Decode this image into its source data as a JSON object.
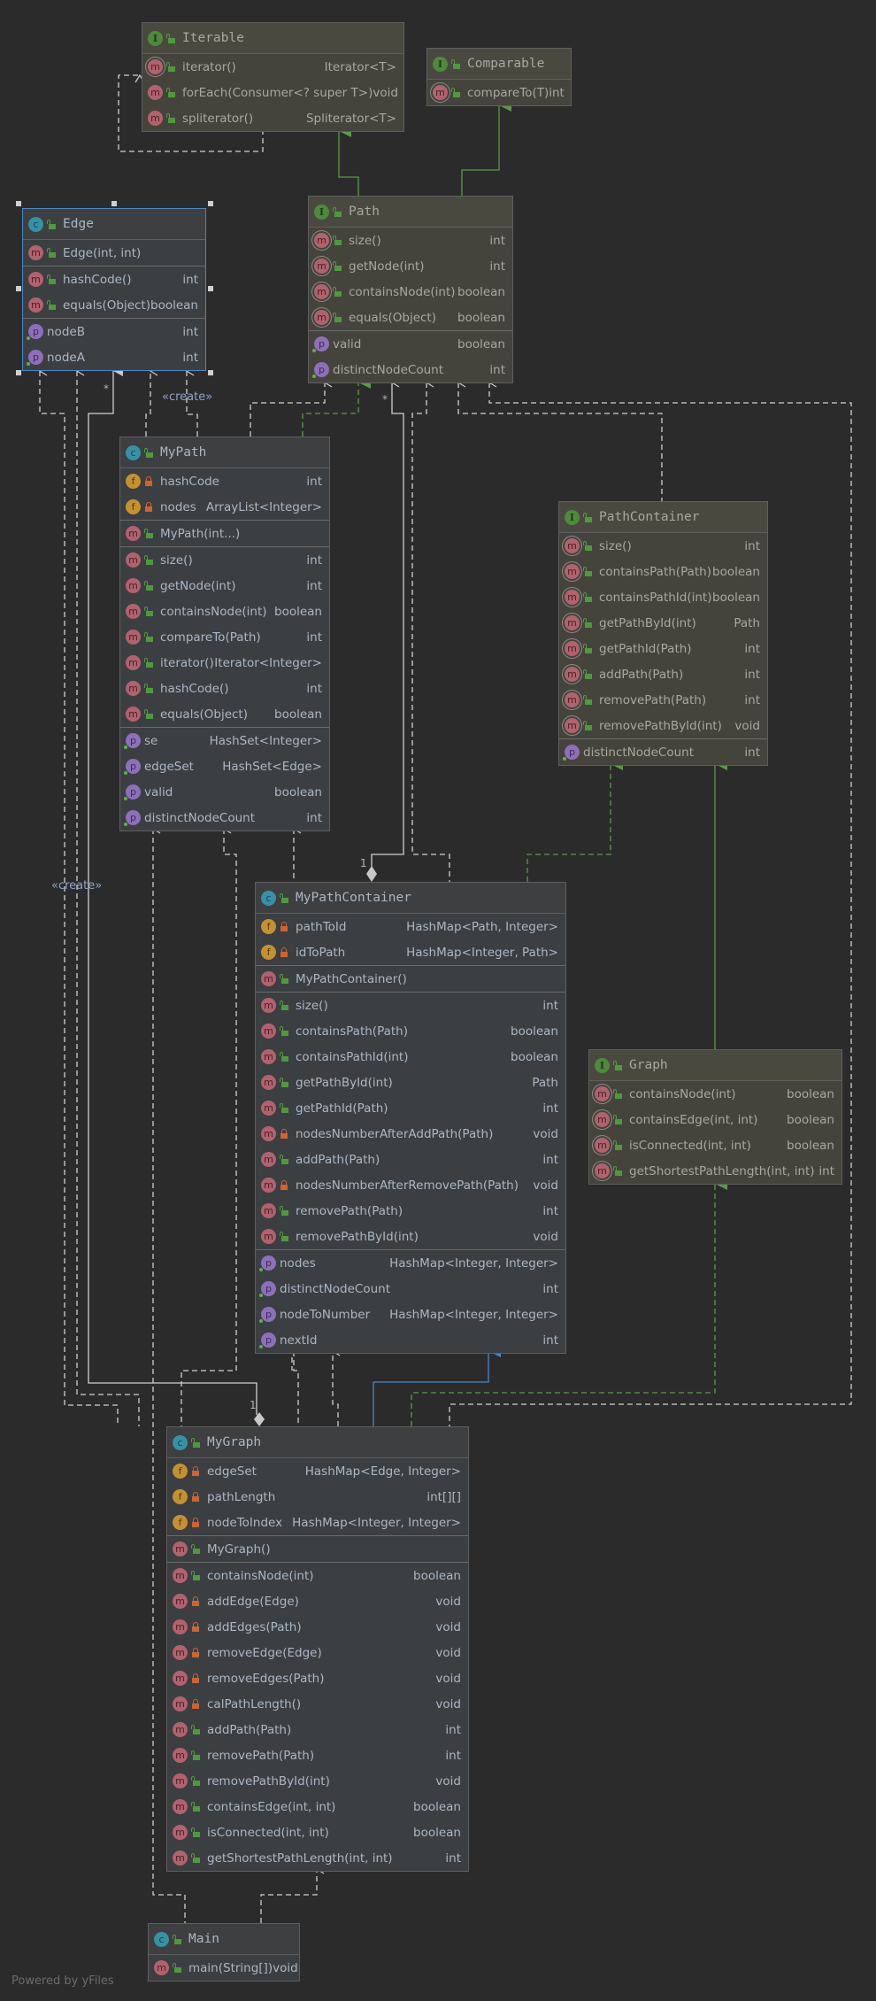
{
  "diagram": {
    "footer": "Powered by yFiles",
    "colors": {
      "background": "#2b2b2b",
      "class_header": "#3d3f40",
      "interface_body": "#45443c",
      "inheritance_interface": "#5a9a47",
      "inheritance_class": "#4a88c7",
      "dependency": "#c8c8c8",
      "selection": "#4a88c7"
    },
    "labels": {
      "create_top": "«create»",
      "create_left": "«create»",
      "star_edge": "*",
      "star_path": "*",
      "one_mpc": "1",
      "one_mg": "1"
    },
    "nodes": {
      "iterable": {
        "name": "Iterable",
        "kind": "I",
        "sections": [
          [
            {
              "k": "m",
              "abs": true,
              "vis": "pub",
              "name": "iterator()",
              "type": "Iterator<T>"
            },
            {
              "k": "m",
              "abs": false,
              "vis": "pub",
              "name": "forEach(Consumer<? super T>)",
              "type": "void"
            },
            {
              "k": "m",
              "abs": false,
              "vis": "pub",
              "name": "spliterator()",
              "type": "Spliterator<T>"
            }
          ]
        ]
      },
      "comparable": {
        "name": "Comparable",
        "kind": "I",
        "sections": [
          [
            {
              "k": "m",
              "abs": true,
              "vis": "pub",
              "name": "compareTo(T)",
              "type": "int"
            }
          ]
        ]
      },
      "edge": {
        "name": "Edge",
        "kind": "C",
        "sections": [
          [
            {
              "k": "m",
              "vis": "pub",
              "name": "Edge(int, int)",
              "type": ""
            }
          ],
          [
            {
              "k": "m",
              "vis": "pub",
              "name": "hashCode()",
              "type": "int"
            },
            {
              "k": "m",
              "vis": "pub",
              "name": "equals(Object)",
              "type": "boolean"
            }
          ],
          [
            {
              "k": "p",
              "name": "nodeB",
              "type": "int"
            },
            {
              "k": "p",
              "name": "nodeA",
              "type": "int"
            }
          ]
        ]
      },
      "path": {
        "name": "Path",
        "kind": "I",
        "sections": [
          [
            {
              "k": "m",
              "abs": true,
              "vis": "pub",
              "name": "size()",
              "type": "int"
            },
            {
              "k": "m",
              "abs": true,
              "vis": "pub",
              "name": "getNode(int)",
              "type": "int"
            },
            {
              "k": "m",
              "abs": true,
              "vis": "pub",
              "name": "containsNode(int)",
              "type": "boolean"
            },
            {
              "k": "m",
              "abs": true,
              "vis": "pub",
              "name": "equals(Object)",
              "type": "boolean"
            }
          ],
          [
            {
              "k": "p",
              "name": "valid",
              "type": "boolean"
            },
            {
              "k": "p",
              "name": "distinctNodeCount",
              "type": "int"
            }
          ]
        ]
      },
      "mypath": {
        "name": "MyPath",
        "kind": "C",
        "sections": [
          [
            {
              "k": "f",
              "vis": "priv",
              "name": "hashCode",
              "type": "int"
            },
            {
              "k": "f",
              "vis": "priv",
              "name": "nodes",
              "type": "ArrayList<Integer>"
            }
          ],
          [
            {
              "k": "m",
              "vis": "pub",
              "name": "MyPath(int...)",
              "type": ""
            }
          ],
          [
            {
              "k": "m",
              "vis": "pub",
              "name": "size()",
              "type": "int"
            },
            {
              "k": "m",
              "vis": "pub",
              "name": "getNode(int)",
              "type": "int"
            },
            {
              "k": "m",
              "vis": "pub",
              "name": "containsNode(int)",
              "type": "boolean"
            },
            {
              "k": "m",
              "vis": "pub",
              "name": "compareTo(Path)",
              "type": "int"
            },
            {
              "k": "m",
              "vis": "pub",
              "name": "iterator()",
              "type": "Iterator<Integer>"
            },
            {
              "k": "m",
              "vis": "pub",
              "name": "hashCode()",
              "type": "int"
            },
            {
              "k": "m",
              "vis": "pub",
              "name": "equals(Object)",
              "type": "boolean"
            }
          ],
          [
            {
              "k": "p",
              "name": "se",
              "type": "HashSet<Integer>"
            },
            {
              "k": "p",
              "name": "edgeSet",
              "type": "HashSet<Edge>"
            },
            {
              "k": "p",
              "name": "valid",
              "type": "boolean"
            },
            {
              "k": "p",
              "name": "distinctNodeCount",
              "type": "int"
            }
          ]
        ]
      },
      "pathcontainer": {
        "name": "PathContainer",
        "kind": "I",
        "sections": [
          [
            {
              "k": "m",
              "abs": true,
              "vis": "pub",
              "name": "size()",
              "type": "int"
            },
            {
              "k": "m",
              "abs": true,
              "vis": "pub",
              "name": "containsPath(Path)",
              "type": "boolean"
            },
            {
              "k": "m",
              "abs": true,
              "vis": "pub",
              "name": "containsPathId(int)",
              "type": "boolean"
            },
            {
              "k": "m",
              "abs": true,
              "vis": "pub",
              "name": "getPathById(int)",
              "type": "Path"
            },
            {
              "k": "m",
              "abs": true,
              "vis": "pub",
              "name": "getPathId(Path)",
              "type": "int"
            },
            {
              "k": "m",
              "abs": true,
              "vis": "pub",
              "name": "addPath(Path)",
              "type": "int"
            },
            {
              "k": "m",
              "abs": true,
              "vis": "pub",
              "name": "removePath(Path)",
              "type": "int"
            },
            {
              "k": "m",
              "abs": true,
              "vis": "pub",
              "name": "removePathById(int)",
              "type": "void"
            }
          ],
          [
            {
              "k": "p",
              "name": "distinctNodeCount",
              "type": "int"
            }
          ]
        ]
      },
      "mypathcontainer": {
        "name": "MyPathContainer",
        "kind": "C",
        "sections": [
          [
            {
              "k": "f",
              "vis": "priv",
              "name": "pathToId",
              "type": "HashMap<Path, Integer>"
            },
            {
              "k": "f",
              "vis": "priv",
              "name": "idToPath",
              "type": "HashMap<Integer, Path>"
            }
          ],
          [
            {
              "k": "m",
              "vis": "pub",
              "name": "MyPathContainer()",
              "type": ""
            }
          ],
          [
            {
              "k": "m",
              "vis": "pub",
              "name": "size()",
              "type": "int"
            },
            {
              "k": "m",
              "vis": "pub",
              "name": "containsPath(Path)",
              "type": "boolean"
            },
            {
              "k": "m",
              "vis": "pub",
              "name": "containsPathId(int)",
              "type": "boolean"
            },
            {
              "k": "m",
              "vis": "pub",
              "name": "getPathById(int)",
              "type": "Path"
            },
            {
              "k": "m",
              "vis": "pub",
              "name": "getPathId(Path)",
              "type": "int"
            },
            {
              "k": "m",
              "vis": "priv",
              "name": "nodesNumberAfterAddPath(Path)",
              "type": "void"
            },
            {
              "k": "m",
              "vis": "pub",
              "name": "addPath(Path)",
              "type": "int"
            },
            {
              "k": "m",
              "vis": "priv",
              "name": "nodesNumberAfterRemovePath(Path)",
              "type": "void"
            },
            {
              "k": "m",
              "vis": "pub",
              "name": "removePath(Path)",
              "type": "int"
            },
            {
              "k": "m",
              "vis": "pub",
              "name": "removePathById(int)",
              "type": "void"
            }
          ],
          [
            {
              "k": "p",
              "name": "nodes",
              "type": "HashMap<Integer, Integer>"
            },
            {
              "k": "p",
              "name": "distinctNodeCount",
              "type": "int"
            },
            {
              "k": "p",
              "name": "nodeToNumber",
              "type": "HashMap<Integer, Integer>"
            },
            {
              "k": "p",
              "name": "nextId",
              "type": "int"
            }
          ]
        ]
      },
      "graph": {
        "name": "Graph",
        "kind": "I",
        "sections": [
          [
            {
              "k": "m",
              "abs": true,
              "vis": "pub",
              "name": "containsNode(int)",
              "type": "boolean"
            },
            {
              "k": "m",
              "abs": true,
              "vis": "pub",
              "name": "containsEdge(int, int)",
              "type": "boolean"
            },
            {
              "k": "m",
              "abs": true,
              "vis": "pub",
              "name": "isConnected(int, int)",
              "type": "boolean"
            },
            {
              "k": "m",
              "abs": true,
              "vis": "pub",
              "name": "getShortestPathLength(int, int)",
              "type": "int"
            }
          ]
        ]
      },
      "mygraph": {
        "name": "MyGraph",
        "kind": "C",
        "sections": [
          [
            {
              "k": "f",
              "vis": "priv",
              "name": "edgeSet",
              "type": "HashMap<Edge, Integer>"
            },
            {
              "k": "f",
              "vis": "priv",
              "name": "pathLength",
              "type": "int[][]"
            },
            {
              "k": "f",
              "vis": "priv",
              "name": "nodeToIndex",
              "type": "HashMap<Integer, Integer>"
            }
          ],
          [
            {
              "k": "m",
              "vis": "pub",
              "name": "MyGraph()",
              "type": ""
            }
          ],
          [
            {
              "k": "m",
              "vis": "pub",
              "name": "containsNode(int)",
              "type": "boolean"
            },
            {
              "k": "m",
              "vis": "priv",
              "name": "addEdge(Edge)",
              "type": "void"
            },
            {
              "k": "m",
              "vis": "priv",
              "name": "addEdges(Path)",
              "type": "void"
            },
            {
              "k": "m",
              "vis": "priv",
              "name": "removeEdge(Edge)",
              "type": "void"
            },
            {
              "k": "m",
              "vis": "priv",
              "name": "removeEdges(Path)",
              "type": "void"
            },
            {
              "k": "m",
              "vis": "priv",
              "name": "calPathLength()",
              "type": "void"
            },
            {
              "k": "m",
              "vis": "pub",
              "name": "addPath(Path)",
              "type": "int"
            },
            {
              "k": "m",
              "vis": "pub",
              "name": "removePath(Path)",
              "type": "int"
            },
            {
              "k": "m",
              "vis": "pub",
              "name": "removePathById(int)",
              "type": "void"
            },
            {
              "k": "m",
              "vis": "pub",
              "name": "containsEdge(int, int)",
              "type": "boolean"
            },
            {
              "k": "m",
              "vis": "pub",
              "name": "isConnected(int, int)",
              "type": "boolean"
            },
            {
              "k": "m",
              "vis": "pub",
              "name": "getShortestPathLength(int, int)",
              "type": "int"
            }
          ]
        ]
      },
      "main": {
        "name": "Main",
        "kind": "C",
        "sections": [
          [
            {
              "k": "m",
              "vis": "pub",
              "name": "main(String[])",
              "type": "void"
            }
          ]
        ]
      }
    }
  }
}
